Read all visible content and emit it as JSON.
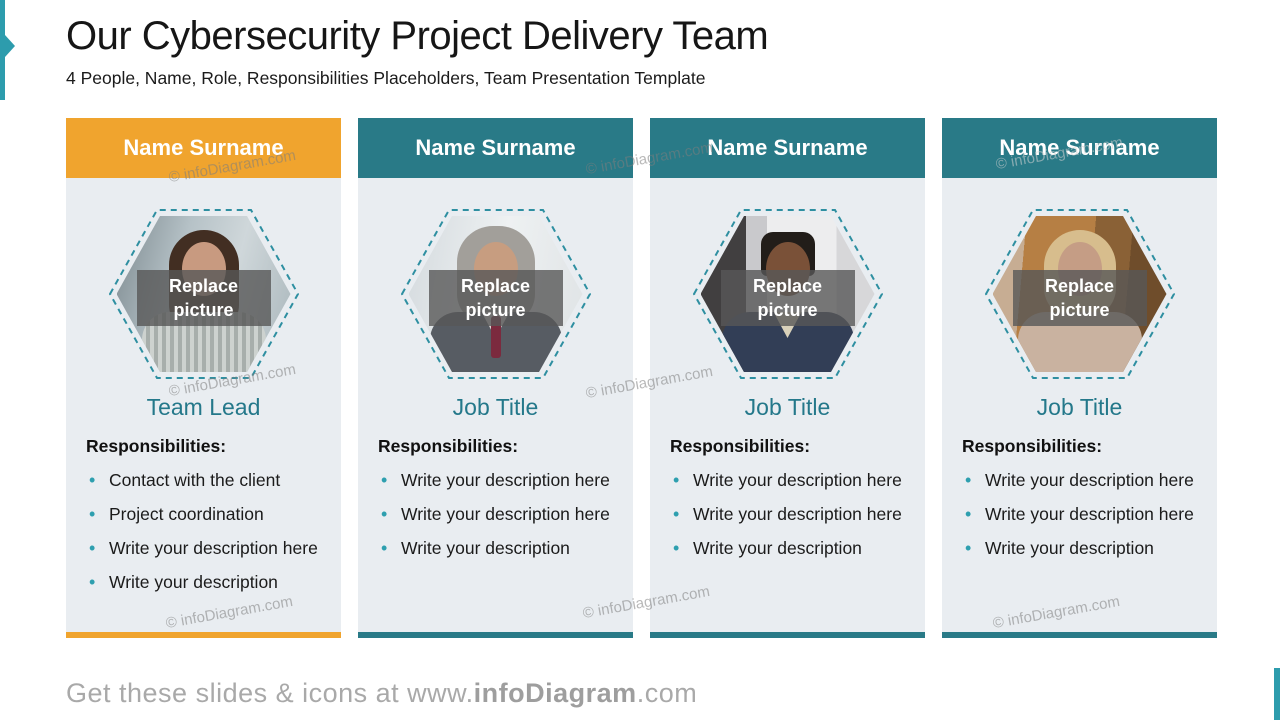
{
  "slide": {
    "title": "Our Cybersecurity Project Delivery Team",
    "subtitle": "4 People, Name, Role, Responsibilities Placeholders, Team Presentation Template"
  },
  "overlay": {
    "line1": "Replace",
    "line2": "picture"
  },
  "watermark": {
    "text": "© infoDiagram.com"
  },
  "footer": {
    "prefix": "Get these slides & icons at www.",
    "brand": "infoDiagram",
    "suffix": ".com"
  },
  "colors": {
    "accent_orange": "#F0A42E",
    "accent_teal": "#297A87",
    "edge_teal": "#2D9CAD",
    "card_background": "#E9EDF1",
    "job_title_teal": "#24788A"
  },
  "people": [
    {
      "name": "Name Surname",
      "job_title": "Team Lead",
      "responsibilities_label": "Responsibilities:",
      "bullets": [
        "Contact with the client",
        "Project coordination",
        "Write your description here",
        "Write your description"
      ],
      "accent": "#F0A42E",
      "photo": "woman-office"
    },
    {
      "name": "Name Surname",
      "job_title": "Job Title",
      "responsibilities_label": "Responsibilities:",
      "bullets": [
        "Write your description here",
        "Write your description here",
        "Write your description"
      ],
      "accent": "#297A87",
      "photo": "man-gray-hair"
    },
    {
      "name": "Name Surname",
      "job_title": "Job Title",
      "responsibilities_label": "Responsibilities:",
      "bullets": [
        "Write your description here",
        "Write your description here",
        "Write your description"
      ],
      "accent": "#297A87",
      "photo": "man-cardigan"
    },
    {
      "name": "Name Surname",
      "job_title": "Job Title",
      "responsibilities_label": "Responsibilities:",
      "bullets": [
        "Write your description here",
        "Write your description here",
        "Write your description"
      ],
      "accent": "#297A87",
      "photo": "woman-blonde"
    }
  ]
}
